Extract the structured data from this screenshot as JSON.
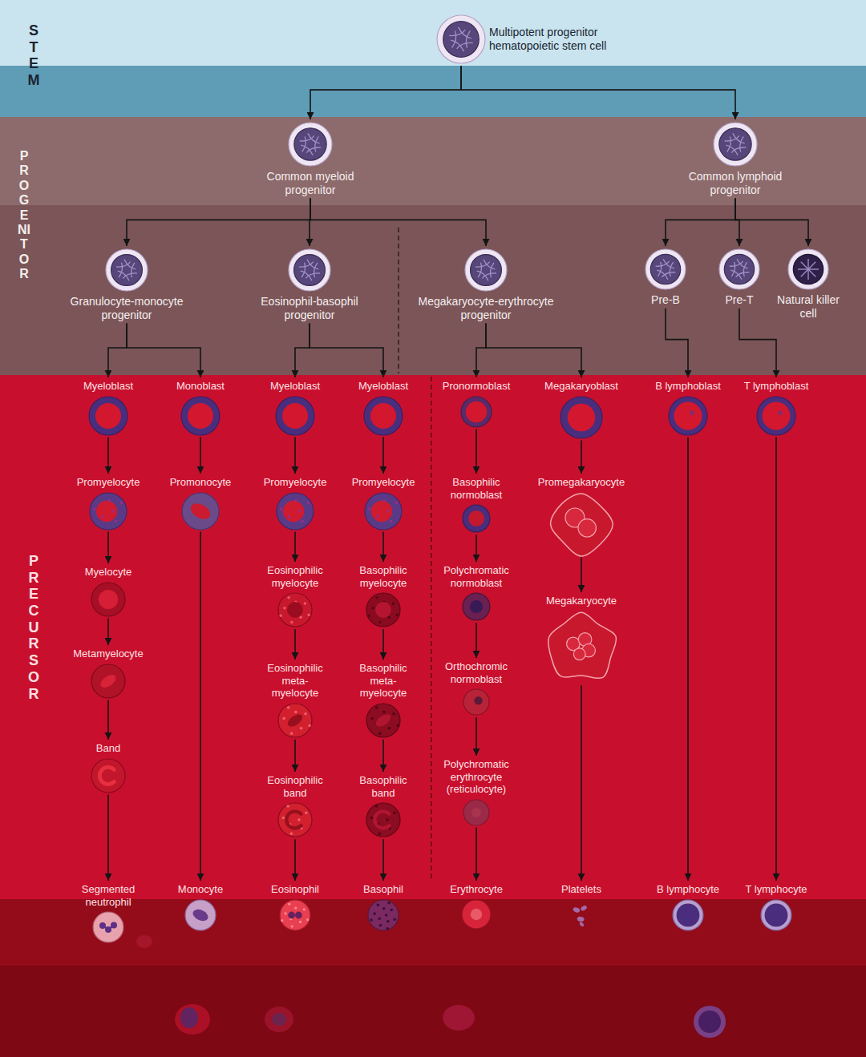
{
  "diagram": {
    "nodes": [
      {
        "text": [
          "Multipotent progenitor hematopoietic stem cell"
        ]
      },
      {
        "text": [
          "Common myeloid progenitor"
        ]
      },
      {
        "text": [
          "Common lymphoid progenitor"
        ]
      },
      {
        "text": [
          "Granulocyte-monocyte progenitor"
        ]
      },
      {
        "text": [
          "Eosinophil-basophil progenitor"
        ]
      },
      {
        "text": [
          "Megakaryocyte-erythrocyte progenitor"
        ]
      },
      {
        "text": [
          "Pre-B"
        ]
      },
      {
        "text": [
          "Pre-T"
        ]
      },
      {
        "text": [
          "Natural killer cell"
        ]
      },
      {
        "text": [
          "Myeloblast"
        ]
      },
      {
        "text": [
          "Monoblast"
        ]
      },
      {
        "text": [
          "Myeloblast"
        ]
      },
      {
        "text": [
          "Myeloblast"
        ]
      },
      {
        "text": [
          "Pronormoblast"
        ]
      },
      {
        "text": [
          "Megakaryoblast"
        ]
      },
      {
        "text": [
          "B lymphoblast"
        ]
      },
      {
        "text": [
          "T lymphoblast"
        ]
      },
      {
        "text": [
          "Promyelocyte"
        ]
      },
      {
        "text": [
          "Promonocyte"
        ]
      },
      {
        "text": [
          "Promyelocyte"
        ]
      },
      {
        "text": [
          "Promyelocyte"
        ]
      },
      {
        "text": [
          "Basophilic normoblast"
        ]
      },
      {
        "text": [
          "Promegakaryocyte"
        ]
      },
      {
        "text": [
          "Myelocyte"
        ]
      },
      {
        "text": [
          "Eosinophilic myelocyte"
        ]
      },
      {
        "text": [
          "Basophilic myelocyte"
        ]
      },
      {
        "text": [
          "Polychromatic normoblast"
        ]
      },
      {
        "text": [
          "Megakaryocyte"
        ]
      },
      {
        "text": [
          "Metamyelocyte"
        ]
      },
      {
        "text": [
          "Eosinophilic meta- myelocyte"
        ]
      },
      {
        "text": [
          "Basophilic meta- myelocyte"
        ]
      },
      {
        "text": [
          "Orthochromic normoblast"
        ]
      },
      {
        "text": [
          "Band"
        ]
      },
      {
        "text": [
          "Eosinophilic band"
        ]
      },
      {
        "text": [
          "Basophilic band"
        ]
      },
      {
        "text": [
          "Polychromatic erythrocyte (reticulocyte)"
        ]
      },
      {
        "text": [
          "Segmented neutrophil"
        ]
      },
      {
        "text": [
          "Monocyte"
        ]
      },
      {
        "text": [
          "Eosinophil"
        ]
      },
      {
        "text": [
          "Basophil"
        ]
      },
      {
        "text": [
          "Erythrocyte"
        ]
      },
      {
        "text": [
          "Platelets"
        ]
      },
      {
        "text": [
          "B lymphocyte"
        ]
      },
      {
        "text": [
          "T lymphocyte"
        ]
      }
    ],
    "edges": [
      {
        "from": 0,
        "to": 1,
        "arrow": "to"
      },
      {
        "from": 0,
        "to": 2,
        "arrow": "to"
      },
      {
        "from": 1,
        "to": 3,
        "arrow": "to"
      },
      {
        "from": 1,
        "to": 4,
        "arrow": "to"
      },
      {
        "from": 1,
        "to": 5,
        "arrow": "to"
      },
      {
        "from": 2,
        "to": 6,
        "arrow": "to"
      },
      {
        "from": 2,
        "to": 7,
        "arrow": "to"
      },
      {
        "from": 2,
        "to": 8,
        "arrow": "to"
      },
      {
        "from": 3,
        "to": 9,
        "arrow": "to"
      },
      {
        "from": 3,
        "to": 10,
        "arrow": "to"
      },
      {
        "from": 4,
        "to": 11,
        "arrow": "to"
      },
      {
        "from": 4,
        "to": 12,
        "arrow": "to"
      },
      {
        "from": 5,
        "to": 13,
        "arrow": "to"
      },
      {
        "from": 5,
        "to": 14,
        "arrow": "to"
      },
      {
        "from": 6,
        "to": 15,
        "arrow": "to"
      },
      {
        "from": 7,
        "to": 16,
        "arrow": "to"
      },
      {
        "from": 9,
        "to": 17,
        "arrow": "to"
      },
      {
        "from": 17,
        "to": 23,
        "arrow": "to"
      },
      {
        "from": 23,
        "to": 28,
        "arrow": "to"
      },
      {
        "from": 28,
        "to": 32,
        "arrow": "to"
      },
      {
        "from": 32,
        "to": 36,
        "arrow": "to"
      },
      {
        "from": 10,
        "to": 18,
        "arrow": "to"
      },
      {
        "from": 18,
        "to": 37,
        "arrow": "to"
      },
      {
        "from": 11,
        "to": 19,
        "arrow": "to"
      },
      {
        "from": 19,
        "to": 24,
        "arrow": "to"
      },
      {
        "from": 24,
        "to": 29,
        "arrow": "to"
      },
      {
        "from": 29,
        "to": 33,
        "arrow": "to"
      },
      {
        "from": 33,
        "to": 38,
        "arrow": "to"
      },
      {
        "from": 12,
        "to": 20,
        "arrow": "to"
      },
      {
        "from": 20,
        "to": 25,
        "arrow": "to"
      },
      {
        "from": 25,
        "to": 30,
        "arrow": "to"
      },
      {
        "from": 30,
        "to": 34,
        "arrow": "to"
      },
      {
        "from": 34,
        "to": 39,
        "arrow": "to"
      },
      {
        "from": 13,
        "to": 21,
        "arrow": "to"
      },
      {
        "from": 21,
        "to": 26,
        "arrow": "to"
      },
      {
        "from": 26,
        "to": 31,
        "arrow": "to"
      },
      {
        "from": 31,
        "to": 35,
        "arrow": "to"
      },
      {
        "from": 35,
        "to": 40,
        "arrow": "to"
      },
      {
        "from": 14,
        "to": 22,
        "arrow": "to"
      },
      {
        "from": 22,
        "to": 27,
        "arrow": "to"
      },
      {
        "from": 27,
        "to": 41,
        "arrow": "to"
      },
      {
        "from": 15,
        "to": 42,
        "arrow": "to"
      },
      {
        "from": 16,
        "to": 43,
        "arrow": "to"
      }
    ],
    "labels": [
      "STEM",
      "PROGENITOR",
      "PRECURSOR"
    ]
  }
}
